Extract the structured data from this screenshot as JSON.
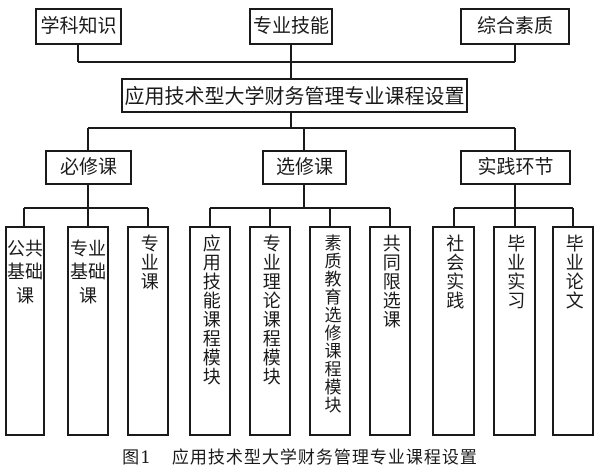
{
  "top_nodes": [
    "学科知识",
    "专业技能",
    "综合素质"
  ],
  "root": "应用技术型大学财务管理专业课程设置",
  "categories": [
    {
      "label": "必修课",
      "leaves": [
        "公共基础课",
        "专业基础课",
        "专业课"
      ]
    },
    {
      "label": "选修课",
      "leaves": [
        "应用技能课程模块",
        "专业理论课程模块",
        "素质教育选修课程模块",
        "共同限选课"
      ]
    },
    {
      "label": "实践环节",
      "leaves": [
        "社会实践",
        "毕业实习",
        "毕业论文"
      ]
    }
  ],
  "caption": {
    "figure_number": "图1",
    "title": "应用技术型大学财务管理专业课程设置"
  }
}
